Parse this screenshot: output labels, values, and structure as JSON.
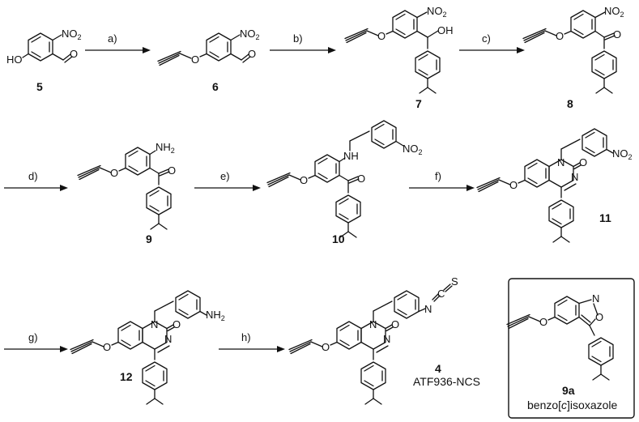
{
  "steps": [
    "a)",
    "b)",
    "c)",
    "d)",
    "e)",
    "f)",
    "g)",
    "h)"
  ],
  "compounds": {
    "c5": "5",
    "c6": "6",
    "c7": "7",
    "c8": "8",
    "c9": "9",
    "c10": "10",
    "c11": "11",
    "c12": "12",
    "c4": "4"
  },
  "c4_name": "ATF936-NCS",
  "inset": {
    "id": "9a",
    "name_pre": "benzo[",
    "name_ital": "c",
    "name_post": "]isoxazole"
  },
  "atoms": {
    "no2": "NO",
    "no2_sub": "2",
    "ho": "HO",
    "o": "O",
    "oh": "OH",
    "nh2": "NH",
    "nh2_sub": "2",
    "nh": "NH",
    "n": "N",
    "ncs_n": "N",
    "ncs_c": "C",
    "ncs_s": "S"
  }
}
